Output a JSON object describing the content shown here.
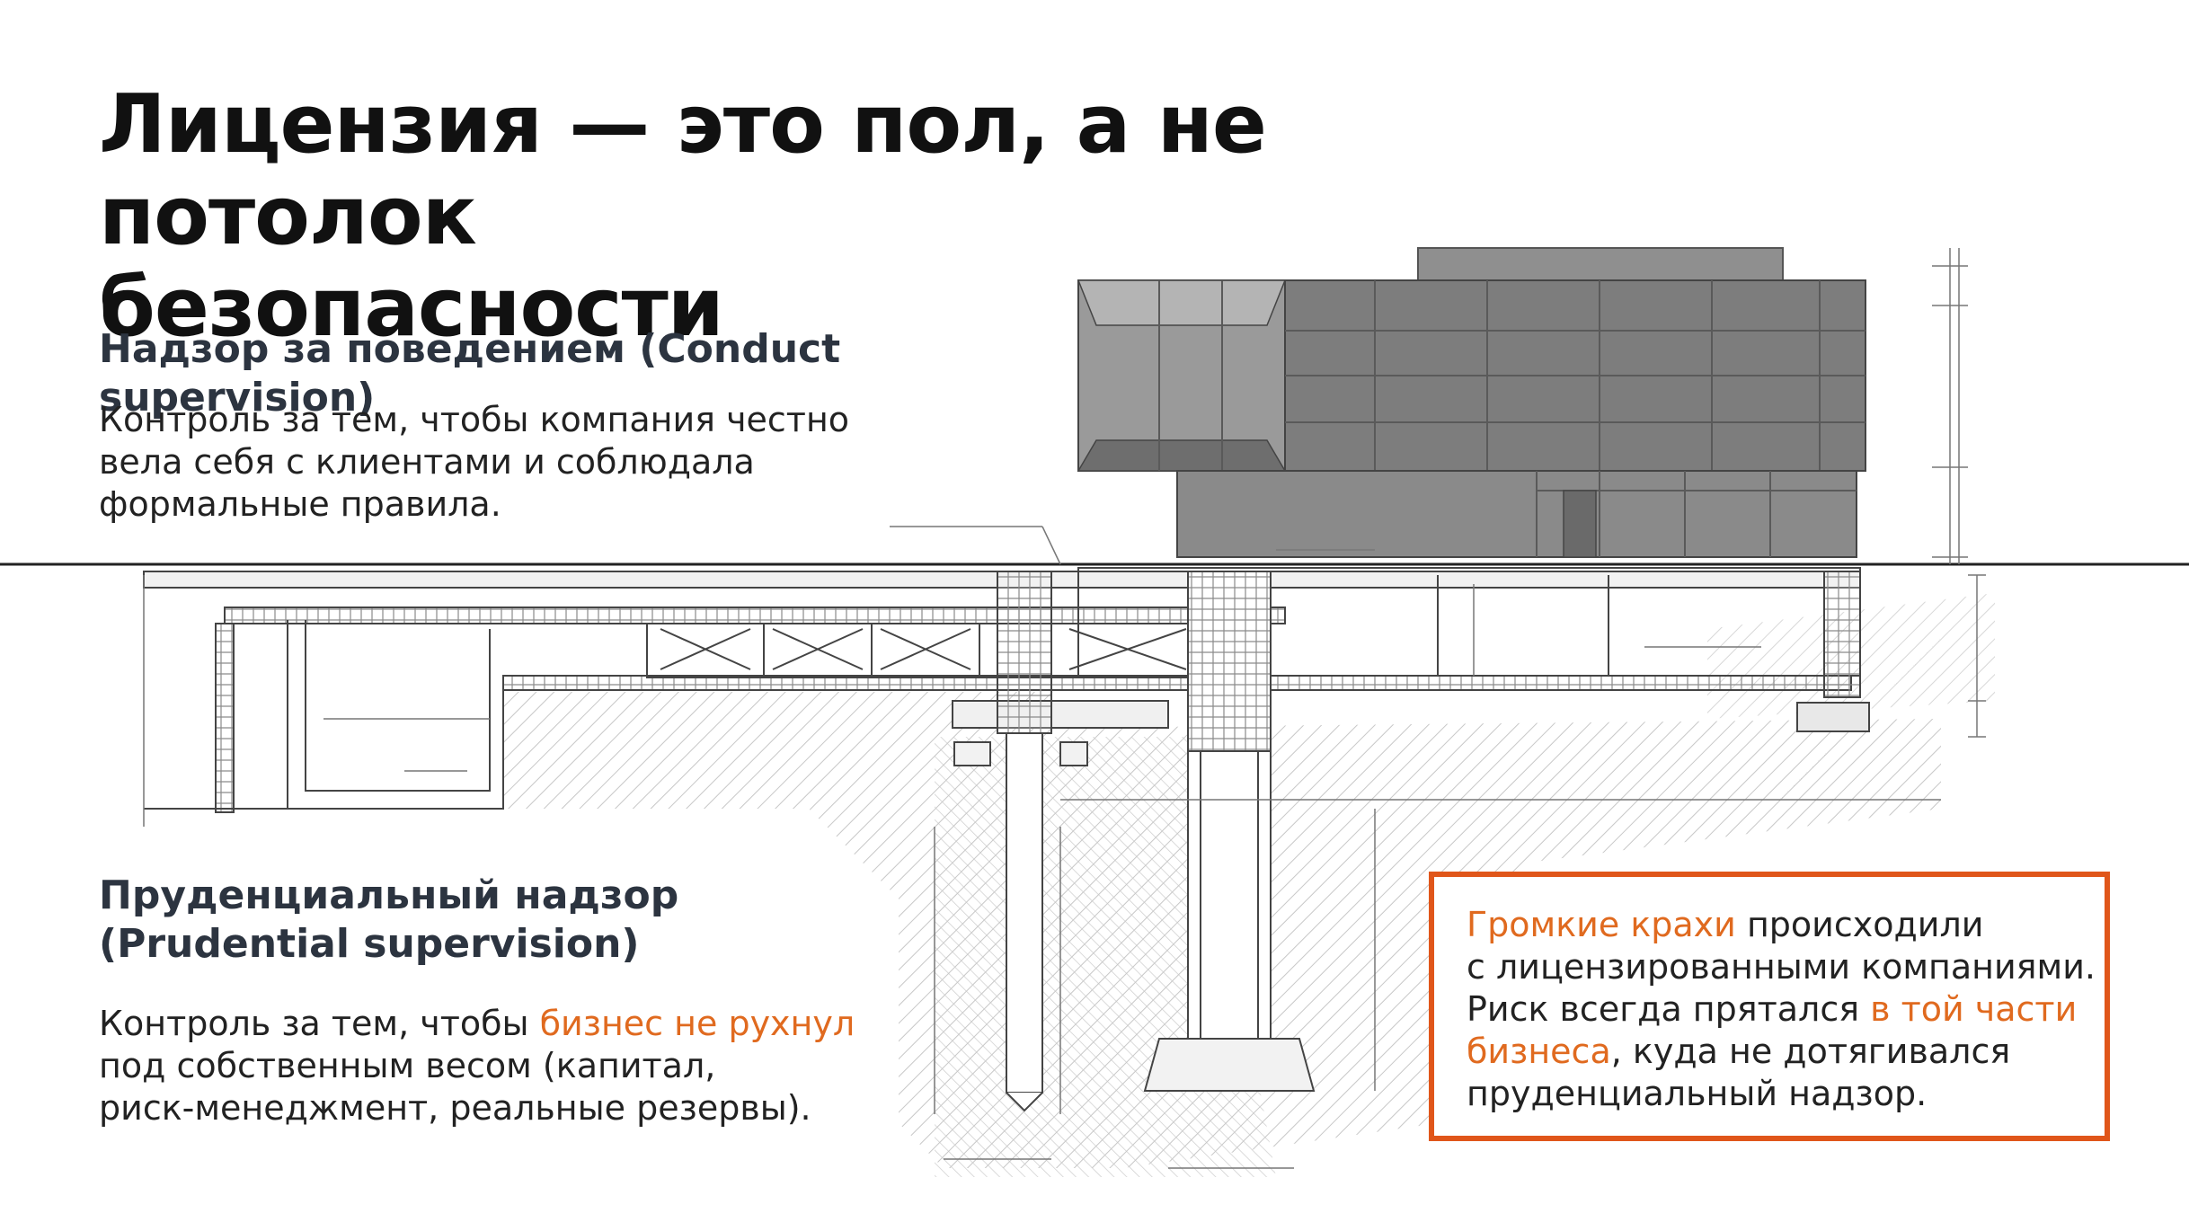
{
  "title": {
    "line1": "Лицензия — это пол, а не потолок",
    "line2": "безопасности"
  },
  "conduct": {
    "heading": "Надзор за поведением (Conduct supervision)",
    "body": [
      "Контроль за тем, чтобы компания честно",
      "вела себя с клиентами и соблюдала",
      "формальные правила."
    ]
  },
  "prudential": {
    "heading_line1": "Пруденциальный надзор",
    "heading_line2": "(Prudential supervision)",
    "body_line1_pre": "Контроль за тем, чтобы ",
    "body_line1_hl": "бизнес не рухнул",
    "body_line2": "под собственным весом (капитал,",
    "body_line3": "риск-менеджмент, реальные резервы)."
  },
  "callout": {
    "line1_hl": "Громкие крахи",
    "line1_rest": " происходили",
    "line2": "с лицензированными компаниями.",
    "line3_pre": "Риск всегда прятался ",
    "line3_hl": "в той части",
    "line4_hl": "бизнеса",
    "line4_rest": ", куда не дотягивался",
    "line5": "пруденциальный надзор."
  },
  "colors": {
    "accent": "#e06a1f",
    "callout_border": "#e0561a",
    "heading": "#2c3440",
    "building_dark": "#7d7d7d",
    "building_light": "#9a9a9a"
  },
  "drawing": {
    "subject": "architectural section drawing: building on foundation slab with piles"
  }
}
